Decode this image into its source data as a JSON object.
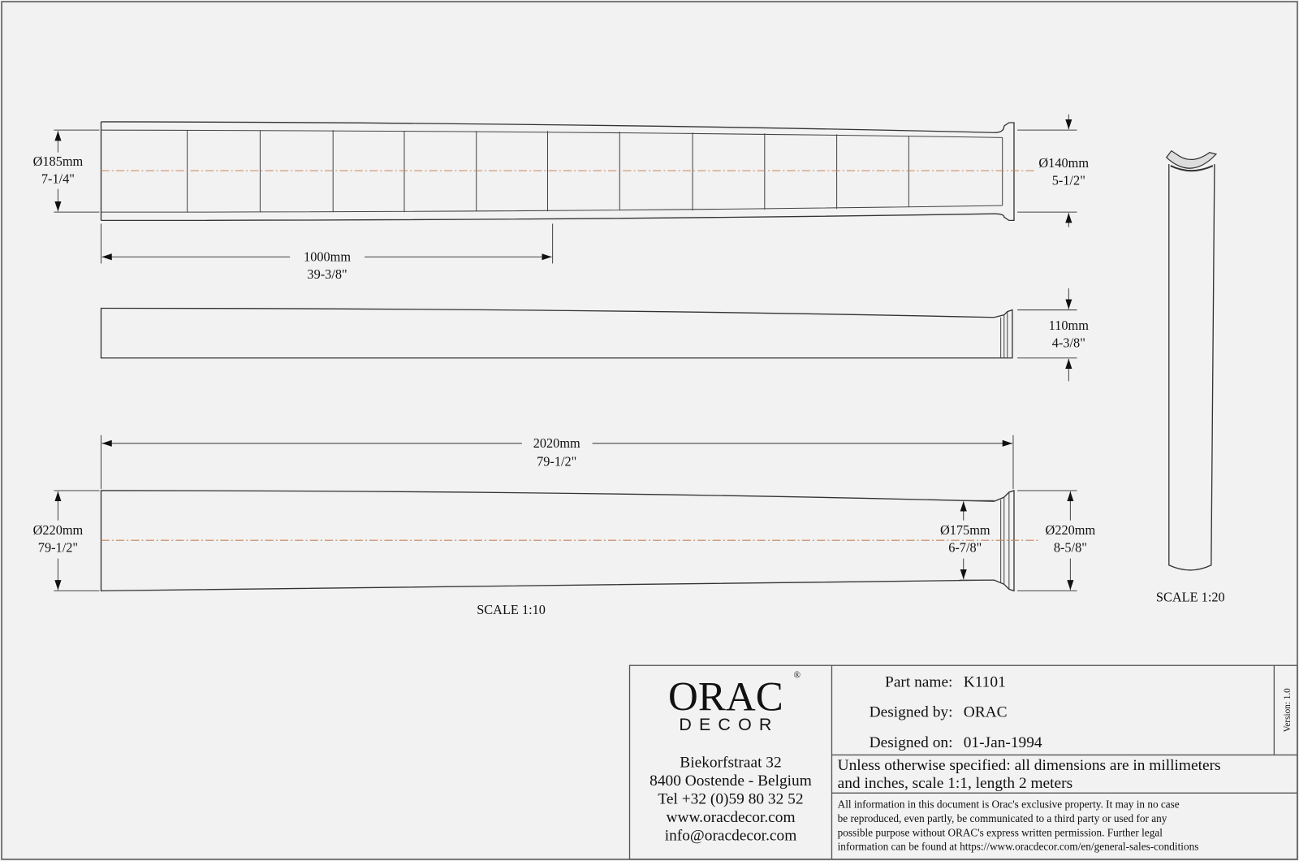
{
  "top_view": {
    "left_diameter": {
      "mm": "185mm",
      "in": "7-1/4\""
    },
    "right_diameter": {
      "mm": "140mm",
      "in": "5-1/2\""
    },
    "rib_spacing": {
      "mm": "1000mm",
      "in": "39-3/8\""
    }
  },
  "side_view": {
    "height": {
      "mm": "110mm",
      "in": "4-3/8\""
    }
  },
  "bottom_view": {
    "length": {
      "mm": "2020mm",
      "in": "79-1/2\""
    },
    "left_diameter": {
      "mm": "220mm",
      "in": "79-1/2\""
    },
    "inner_diameter": {
      "mm": "175mm",
      "in": "6-7/8\""
    },
    "right_diameter": {
      "mm": "220mm",
      "in": "8-5/8\""
    },
    "scale": "SCALE  1:10"
  },
  "perspective_view": {
    "scale": "SCALE  1:20"
  },
  "diameter_symbol": "Ø",
  "title_block": {
    "logo": {
      "brand": "ORAC",
      "sub": "DECOR",
      "registered": "®"
    },
    "address": [
      "Biekorfstraat 32",
      "8400 Oostende - Belgium",
      "Tel   +32 (0)59 80 32 52",
      "www.oracdecor.com",
      "info@oracdecor.com"
    ],
    "part_name_label": "Part name:",
    "part_name": "K1101",
    "designed_by_label": "Designed by:",
    "designed_by": "ORAC",
    "designed_on_label": "Designed on:",
    "designed_on": "01-Jan-1994",
    "version": "Version: 1.0",
    "note": [
      "Unless otherwise specified: all dimensions are in millimeters",
      "and inches, scale 1:1, length 2 meters"
    ],
    "legal": [
      "All information in this document is Orac's exclusive property.  It may in no case",
      "be reproduced, even partly, be communicated to a third party or used for any",
      "possible purpose without ORAC's express written permission. Further legal",
      "information can be found at https://www.oracdecor.com/en/general-sales-conditions"
    ]
  }
}
